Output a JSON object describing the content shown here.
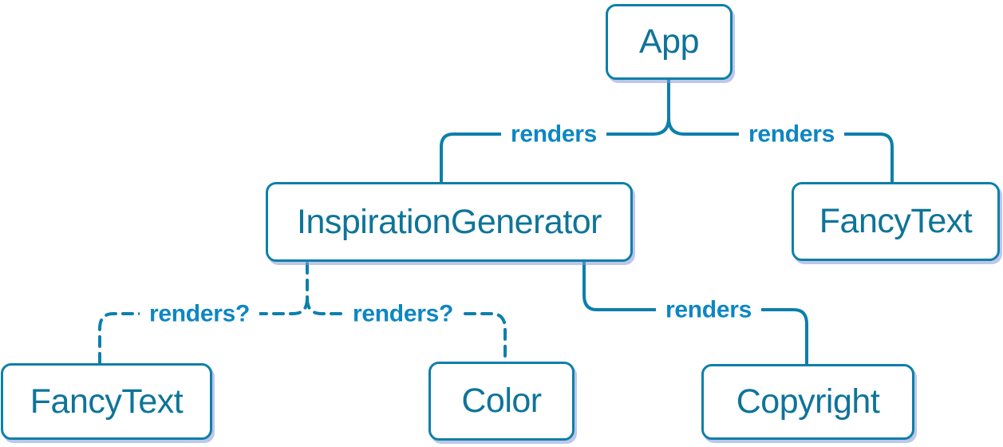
{
  "diagram": {
    "description": "React component render tree",
    "colors": {
      "line": "#0d7fab",
      "node_text": "#0e7499",
      "label_text": "#0d86c3",
      "node_background": "#ffffff",
      "shadow": "rgba(136,153,214,0.55)",
      "page_background": "#ffffff"
    },
    "nodes": [
      {
        "id": "app",
        "label": "App"
      },
      {
        "id": "inspiration-generator",
        "label": "InspirationGenerator"
      },
      {
        "id": "fancy-text-top",
        "label": "FancyText"
      },
      {
        "id": "fancy-text-bottom",
        "label": "FancyText"
      },
      {
        "id": "color",
        "label": "Color"
      },
      {
        "id": "copyright",
        "label": "Copyright"
      }
    ],
    "edges": [
      {
        "from": "App",
        "to": "InspirationGenerator",
        "label": "renders",
        "style": "solid"
      },
      {
        "from": "App",
        "to": "FancyText",
        "label": "renders",
        "style": "solid"
      },
      {
        "from": "InspirationGenerator",
        "to": "Copyright",
        "label": "renders",
        "style": "solid"
      },
      {
        "from": "InspirationGenerator",
        "to": "FancyText",
        "label": "renders?",
        "style": "dashed"
      },
      {
        "from": "InspirationGenerator",
        "to": "Color",
        "label": "renders?",
        "style": "dashed"
      }
    ]
  }
}
